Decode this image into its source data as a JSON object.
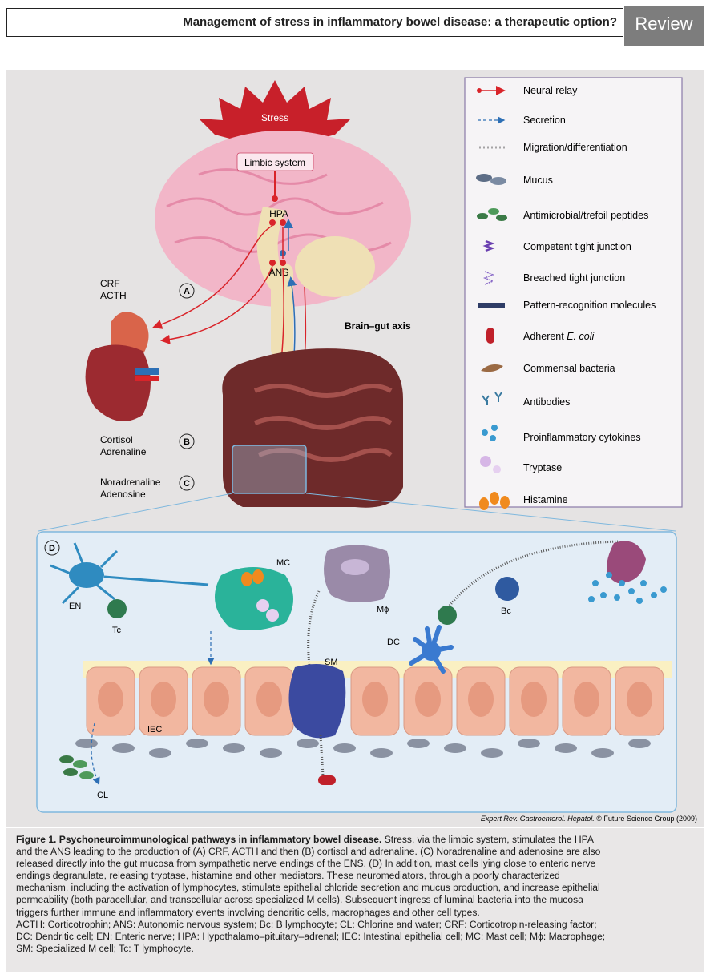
{
  "header": {
    "title": "Management of stress in inflammatory bowel disease: a therapeutic option?",
    "tab": "Review"
  },
  "figure": {
    "labels": {
      "stress": "Stress",
      "limbic": "Limbic system",
      "hpa": "HPA",
      "ans": "ANS",
      "crf": "CRF",
      "acth": "ACTH",
      "cortisol": "Cortisol",
      "adrenaline": "Adrenaline",
      "noradrenaline": "Noradrenaline",
      "adenosine": "Adenosine",
      "brain_gut": "Brain–gut axis",
      "mark_a": "A",
      "mark_b": "B",
      "mark_c": "C",
      "mark_d": "D"
    },
    "cells": {
      "mc": "MC",
      "en": "EN",
      "tc": "Tc",
      "mphi": "Mϕ",
      "sm": "SM",
      "bc": "Bc",
      "dc": "DC",
      "iec": "IEC",
      "cl": "CL"
    },
    "legend": [
      {
        "icon": "neural-relay",
        "label": "Neural relay"
      },
      {
        "icon": "secretion",
        "label": "Secretion"
      },
      {
        "icon": "migration",
        "label": "Migration/differentiation"
      },
      {
        "icon": "mucus",
        "label": "Mucus"
      },
      {
        "icon": "peptides",
        "label": "Antimicrobial/trefoil peptides"
      },
      {
        "icon": "tight-junction",
        "label": "Competent tight junction"
      },
      {
        "icon": "breached-junction",
        "label": "Breached tight junction"
      },
      {
        "icon": "pattern-recognition",
        "label": "Pattern-recognition molecules"
      },
      {
        "icon": "ecoli",
        "label": "Adherent ",
        "italic": "E. coli"
      },
      {
        "icon": "commensal",
        "label": "Commensal bacteria"
      },
      {
        "icon": "antibodies",
        "label": "Antibodies"
      },
      {
        "icon": "cytokines",
        "label": "Proinflammatory cytokines"
      },
      {
        "icon": "tryptase",
        "label": "Tryptase"
      },
      {
        "icon": "histamine",
        "label": "Histamine"
      }
    ],
    "credit_journal": "Expert Rev. Gastroenterol. Hepatol.",
    "credit_rest": " © Future Science Group (2009)"
  },
  "caption": {
    "bold": "Figure 1. Psychoneuroimmunological pathways in inflammatory bowel disease.",
    "lines": [
      " Stress, via the limbic system, stimulates the HPA",
      "and the ANS leading to the production of (A) CRF, ACTH and then (B) cortisol and adrenaline. (C) Noradrenaline and adenosine are also",
      "released directly into the gut mucosa from sympathetic nerve endings of the ENS. (D) In addition, mast cells lying close to enteric nerve",
      "endings degranulate, releasing tryptase, histamine and other mediators. These neuromediators, through a poorly characterized",
      "mechanism, including the activation of lymphocytes, stimulate epithelial chloride secretion and mucus production, and increase epithelial",
      "permeability (both paracellular, and transcellular across specialized M cells). Subsequent ingress of luminal bacteria into the mucosa",
      "triggers further immune and inflammatory events involving dendritic cells, macrophages and other cell types.",
      "ACTH: Corticotrophin; ANS: Autonomic nervous system; Bc: B lymphocyte; CL: Chlorine and water; CRF: Corticotropin-releasing factor;",
      "DC: Dendritic cell; EN: Enteric nerve; HPA: Hypothalamo–pituitary–adrenal; IEC: Intestinal epithelial cell; MC: Mast cell; Mϕ: Macrophage;",
      "SM: Specialized M cell; Tc: T lymphocyte."
    ]
  }
}
